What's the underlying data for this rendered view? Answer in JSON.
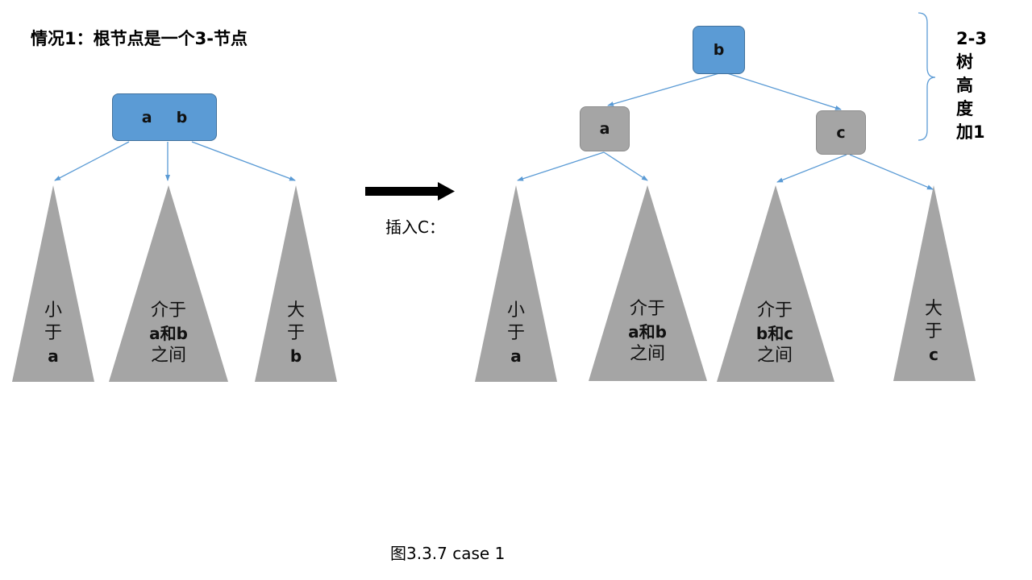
{
  "title": "情况1：根节点是一个3-节点",
  "insert_label": "插入C：",
  "caption": "图3.3.7 case 1",
  "height_note": [
    "2-3",
    "树",
    "高",
    "度",
    "加1"
  ],
  "colors": {
    "blue_node": "#5b9bd5",
    "gray_node": "#a5a5a5",
    "edge": "#5b9bd5",
    "arrow": "#000000"
  },
  "left_tree": {
    "root_keys": [
      "a",
      "b"
    ],
    "subtrees": [
      [
        "小",
        "于",
        "a"
      ],
      [
        "介于",
        "a和b",
        "之间"
      ],
      [
        "大",
        "于",
        "b"
      ]
    ]
  },
  "right_tree": {
    "root_key": "b",
    "children": [
      "a",
      "c"
    ],
    "subtrees": [
      [
        "小",
        "于",
        "a"
      ],
      [
        "介于",
        "a和b",
        "之间"
      ],
      [
        "介于",
        "b和c",
        "之间"
      ],
      [
        "大",
        "于",
        "c"
      ]
    ]
  }
}
